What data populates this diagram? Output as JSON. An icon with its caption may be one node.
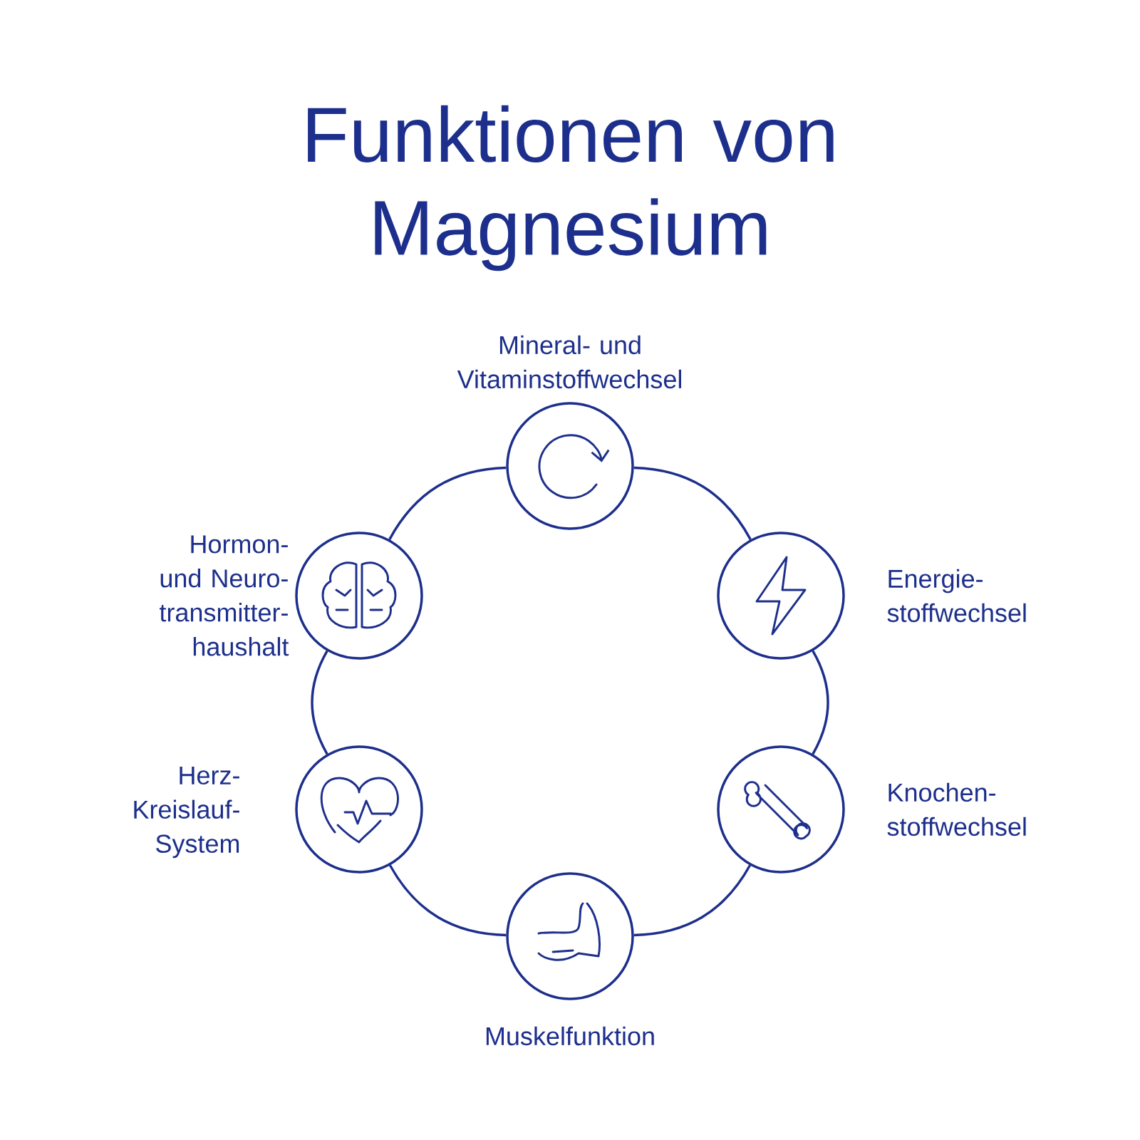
{
  "diagram": {
    "title": "Funktionen von Magnesium",
    "nodes": [
      {
        "text": [],
        "shape": "circle",
        "beside": [
          "Mineral- und Vitaminstoffwechsel"
        ]
      },
      {
        "text": [],
        "shape": "circle",
        "beside": [
          "Hormon- und Neuro- transmitter- haushalt"
        ]
      },
      {
        "text": [],
        "shape": "circle",
        "beside": [
          "Energie- stoffwechsel"
        ]
      },
      {
        "text": [],
        "shape": "circle",
        "beside": [
          "Herz- Kreislauf- System"
        ]
      },
      {
        "text": [],
        "shape": "circle",
        "beside": [
          "Knochen- stoffwechsel"
        ]
      },
      {
        "text": [],
        "shape": "circle",
        "beside": [
          "Muskelfunktion"
        ]
      }
    ],
    "edges": [
      {
        "from": 0,
        "to": 2,
        "arrow": "none"
      },
      {
        "from": 2,
        "to": 4,
        "arrow": "none"
      },
      {
        "from": 4,
        "to": 5,
        "arrow": "none"
      },
      {
        "from": 5,
        "to": 3,
        "arrow": "none"
      },
      {
        "from": 3,
        "to": 1,
        "arrow": "none"
      },
      {
        "from": 1,
        "to": 0,
        "arrow": "none"
      }
    ]
  }
}
